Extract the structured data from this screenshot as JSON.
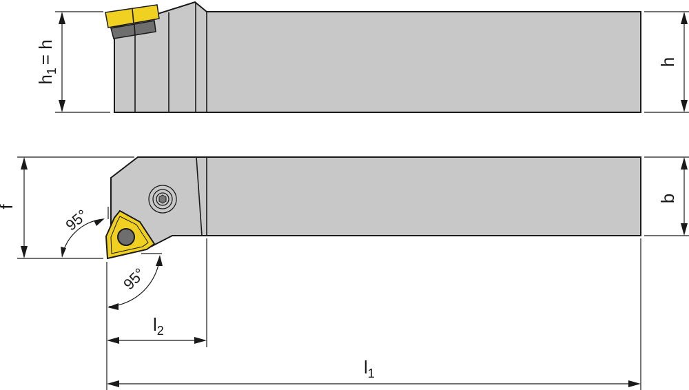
{
  "labels": {
    "h1": "h",
    "h1_sub": "1",
    "h1_eq": "= h",
    "h": "h",
    "f": "f",
    "b": "b",
    "l2": "l",
    "l2_sub": "2",
    "l1": "l",
    "l1_sub": "1",
    "angle_top": "95°",
    "angle_bottom": "95°"
  },
  "colors": {
    "insert": "#f0d020",
    "body": "#c8c8c8",
    "seat": "#6e6e6e"
  }
}
